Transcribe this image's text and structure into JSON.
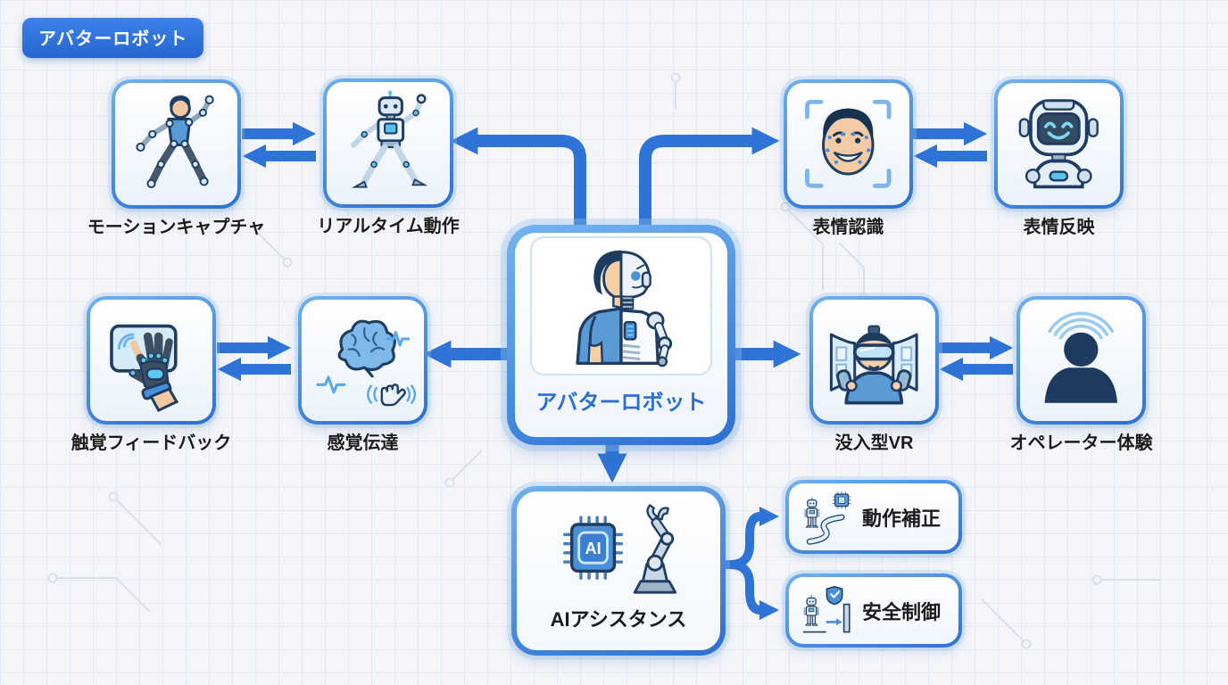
{
  "badge": {
    "label": "アバターロボット"
  },
  "center": {
    "label": "アバターロボット",
    "icon": "half-human-half-robot-icon"
  },
  "nodes": {
    "motion_capture": {
      "label": "モーションキャプチャ",
      "icon": "mocap-person-icon"
    },
    "realtime_motion": {
      "label": "リアルタイム動作",
      "icon": "waving-robot-icon"
    },
    "expression_recognition": {
      "label": "表情認識",
      "icon": "face-scan-icon"
    },
    "expression_reflection": {
      "label": "表情反映",
      "icon": "smiling-robot-head-icon"
    },
    "haptic_feedback": {
      "label": "触覚フィードバック",
      "icon": "haptic-glove-icon"
    },
    "sensory_transmission": {
      "label": "感覚伝達",
      "icon": "brain-signal-icon"
    },
    "immersive_vr": {
      "label": "没入型VR",
      "icon": "vr-user-icon"
    },
    "operator_experience": {
      "label": "オペレーター体験",
      "icon": "operator-silhouette-icon"
    },
    "ai_assistance": {
      "label": "AIアシスタンス",
      "icon": "ai-chip-robot-arm-icon"
    },
    "motion_correction": {
      "label": "動作補正",
      "icon": "robot-path-chip-icon"
    },
    "safety_control": {
      "label": "安全制御",
      "icon": "robot-shield-icon"
    }
  },
  "icon_text": {
    "ai_chip": "AI"
  },
  "colors": {
    "connector": "#2e74d6",
    "box_border_light": "#6fb0ee",
    "box_border_dark": "#2e6fd0",
    "badge_bg": "#2f6fd8",
    "label": "#1b1b1b",
    "center_label": "#2a6fd2",
    "background": "#f3f5f9",
    "outline_navy": "#1f3d63",
    "fill_skin": "#f5cfa8",
    "fill_lightblue": "#d6ebfa",
    "fill_midblue": "#5b9bd5",
    "fill_cyan": "#5bc3ea"
  }
}
